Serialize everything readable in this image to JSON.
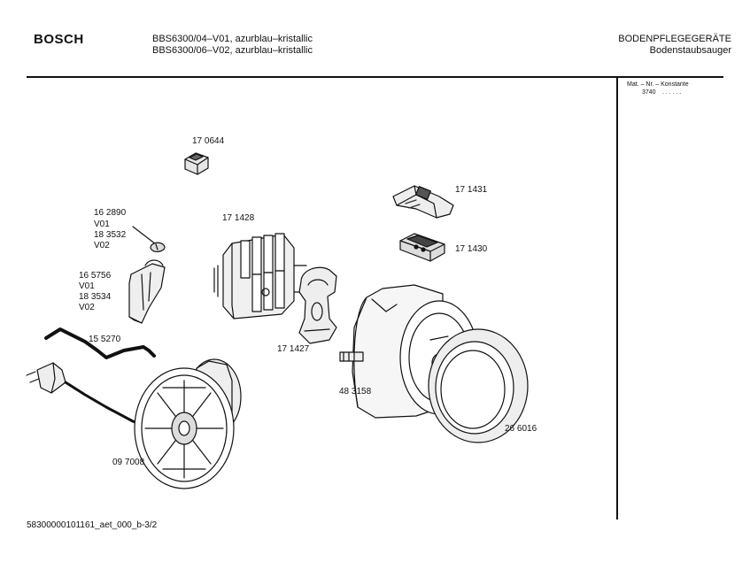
{
  "header": {
    "brand": "BOSCH",
    "model_line_1": "BBS6300/04–V01, azurblau–kristallic",
    "model_line_2": "BBS6300/06–V02, azurblau–kristallic",
    "category": "BODENPFLEGEGERÄTE",
    "subcategory": "Bodenstaubsauger"
  },
  "side_panel": {
    "label": "Mat. – Nr. – Konstante",
    "value": "3740",
    "dots": ". . . . . ."
  },
  "parts": {
    "p170644": "17 0644",
    "p171431": "17 1431",
    "p171430": "17 1430",
    "p171428": "17 1428",
    "p162890": "16 2890",
    "p162890_v": "V01",
    "p183532": "18 3532",
    "p183532_v": "V02",
    "p165756": "16 5756",
    "p165756_v": "V01",
    "p183534": "18 3534",
    "p183534_v": "V02",
    "p155270": "15 5270",
    "p171427": "17 1427",
    "p483158": "48 3158",
    "p266016": "26 6016",
    "p097008": "09 7008"
  },
  "footer": {
    "doc_id": "58300000101161_aet_000_b-3/2"
  }
}
